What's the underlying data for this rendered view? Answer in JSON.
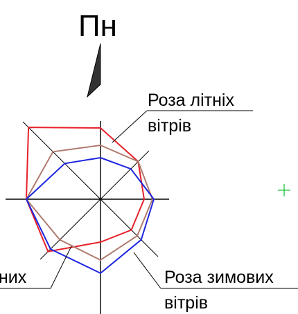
{
  "north_label": "Пн",
  "labels": {
    "summer_line1": "Роза літніх",
    "summer_line2": "вітрів",
    "winter_line1": "Роза зимових",
    "winter_line2": "вітрів",
    "annual_partial": "них"
  },
  "colors": {
    "summer": "#e8202a",
    "annual": "#b07a6e",
    "winter": "#1c25e0",
    "axes": "#000000",
    "marker": "#19c43a"
  },
  "chart_data": {
    "type": "radar",
    "directions": [
      "N",
      "NE",
      "E",
      "SE",
      "S",
      "SW",
      "W",
      "NW"
    ],
    "series": [
      {
        "key": "summer",
        "values": [
          103,
          77,
          63,
          63,
          62,
          107,
          107,
          147
        ]
      },
      {
        "key": "annual",
        "values": [
          78,
          77,
          75,
          75,
          88,
          83,
          107,
          97
        ]
      },
      {
        "key": "winter",
        "values": [
          60,
          62,
          77,
          83,
          107,
          102,
          107,
          73
        ]
      }
    ]
  }
}
